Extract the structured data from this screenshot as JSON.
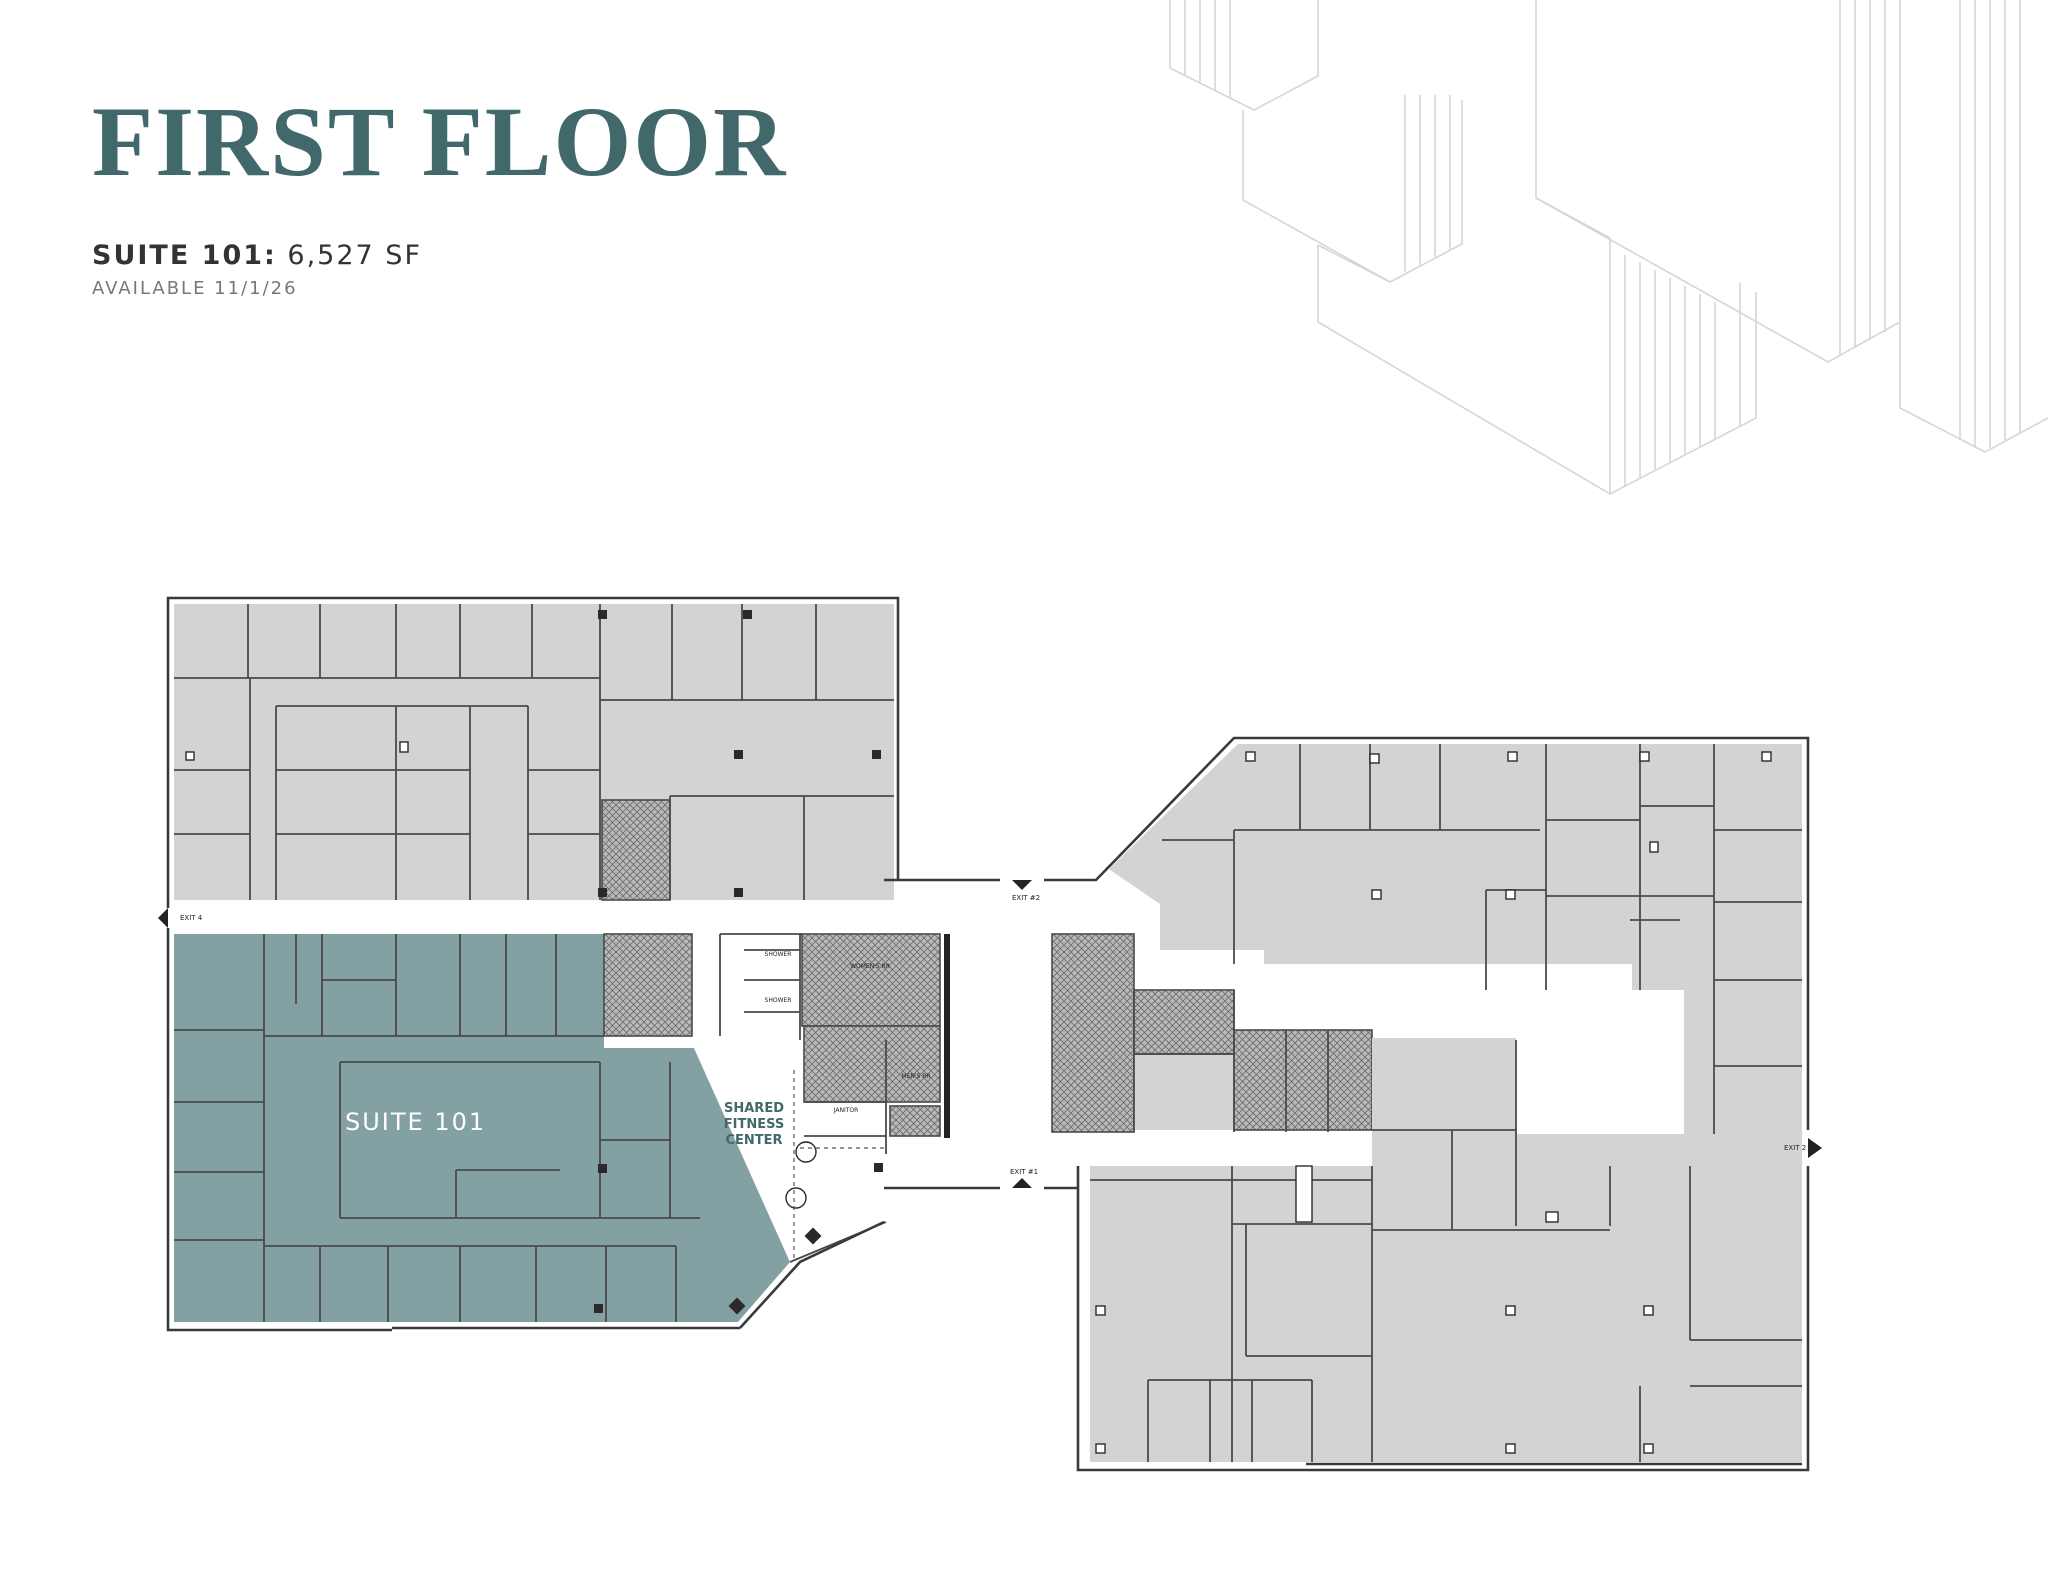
{
  "header": {
    "title": "FIRST FLOOR",
    "suite_label": "SUITE 101:",
    "suite_area": " 6,527 SF",
    "availability": "AVAILABLE 11/1/26"
  },
  "plan": {
    "suite_tag": "SUITE 101",
    "fitness_line1": "SHARED",
    "fitness_line2": "FITNESS",
    "fitness_line3": "CENTER",
    "labels": {
      "shower_a": "SHOWER",
      "shower_b": "SHOWER",
      "womens_rr": "WOMEN'S RR",
      "mens_rr": "MEN'S RR",
      "janitor": "JANITOR",
      "exit_left": "EXIT 4",
      "exit_right": "EXIT 2",
      "exit_top": "EXIT #2",
      "exit_bottom": "EXIT #1"
    }
  },
  "colors": {
    "title": "#41686b",
    "suite_fill": "#83a0a2",
    "room_fill": "#d3d3d3"
  }
}
